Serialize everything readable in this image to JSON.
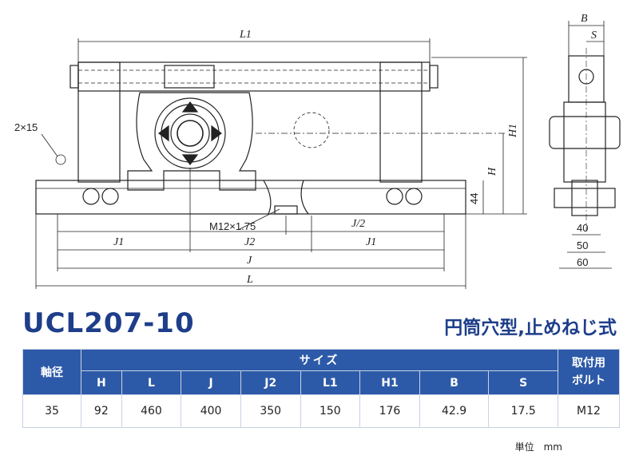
{
  "drawing": {
    "labels": {
      "L1": "L1",
      "L": "L",
      "J": "J",
      "J1_left": "J1",
      "J2": "J2",
      "J1_right": "J1",
      "J_half": "J/2",
      "H": "H",
      "H1": "H1",
      "hole": "2×15",
      "thread": "M12×1.75",
      "dim44": "44",
      "B": "B",
      "S": "S",
      "dim40": "40",
      "dim50": "50",
      "dim60": "60"
    }
  },
  "title": {
    "model": "UCL207-10",
    "type": "円筒穴型,止めねじ式"
  },
  "table": {
    "shaft_header": "軸径",
    "size_header": "サイズ",
    "bolt_header_line1": "取付用",
    "bolt_header_line2": "ボルト",
    "columns": [
      "H",
      "L",
      "J",
      "J2",
      "L1",
      "H1",
      "B",
      "S"
    ],
    "row": {
      "shaft": "35",
      "values": [
        "92",
        "460",
        "400",
        "350",
        "150",
        "176",
        "42.9",
        "17.5"
      ],
      "bolt": "M12"
    }
  },
  "unit": "単位　mm",
  "colors": {
    "brand": "#1e3e8a",
    "header_bg": "#2d5aa8",
    "line": "#222222"
  }
}
